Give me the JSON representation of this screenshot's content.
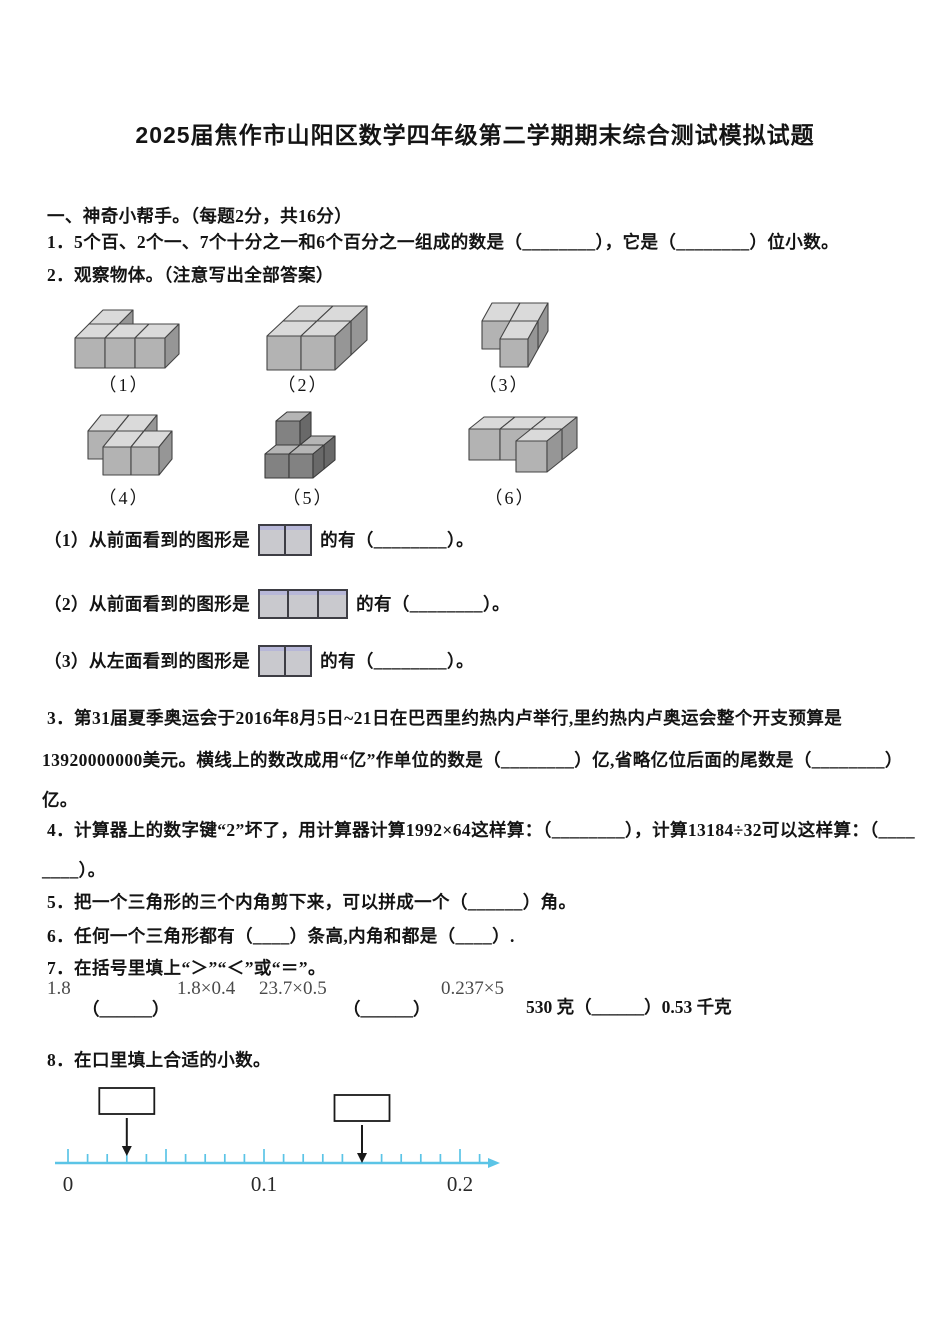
{
  "title": "2025届焦作市山阳区数学四年级第二学期期末综合测试模拟试题",
  "section1": {
    "heading": "一、神奇小帮手。（每题2分，共16分）"
  },
  "questions": {
    "q1": "1．5个百、2个一、7个十分之一和6个百分之一组成的数是（________），它是（________）位小数。",
    "q2": "2．观察物体。（注意写出全部答案）",
    "q3_line1": "3．第31届夏季奥运会于2016年8月5日~21日在巴西里约热内卢举行,里约热内卢奥运会整个开支预算是",
    "q3_line2": "13920000000美元。横线上的数改成用“亿”作单位的数是（________）亿,省略亿位后面的尾数是（________）",
    "q3_line3": "亿。",
    "q4_line1": "4．计算器上的数字键“2”坏了，用计算器计算1992×64这样算：（________），计算13184÷32可以这样算：（____",
    "q4_line2": "____）。",
    "q5": "5．把一个三角形的三个内角剪下来，可以拼成一个（______）角。",
    "q6": "6．任何一个三角形都有（____）条高,内角和都是（____）.",
    "q7": "7．在括号里填上“＞”“＜”或“＝”。",
    "q8": "8．在口里填上合适的小数。"
  },
  "observe_figures": [
    {
      "label": "（1）",
      "shade": "light",
      "cubes": [
        [
          0,
          0,
          0
        ],
        [
          1,
          0,
          0
        ],
        [
          2,
          0,
          0
        ],
        [
          0,
          1,
          0
        ]
      ]
    },
    {
      "label": "（2）",
      "shade": "light",
      "cubes": [
        [
          0,
          0,
          0
        ],
        [
          1,
          0,
          0
        ],
        [
          0,
          1,
          0
        ],
        [
          1,
          1,
          0
        ]
      ]
    },
    {
      "label": "（3）",
      "shade": "light",
      "cubes": [
        [
          1,
          0,
          0
        ],
        [
          0,
          1,
          0
        ],
        [
          1,
          1,
          0
        ]
      ]
    },
    {
      "label": "（4）",
      "shade": "light",
      "cubes": [
        [
          1,
          0,
          0
        ],
        [
          2,
          0,
          0
        ],
        [
          0,
          1,
          0
        ],
        [
          1,
          1,
          0
        ]
      ]
    },
    {
      "label": "（5）",
      "shade": "dark",
      "cubes": [
        [
          0,
          0,
          0
        ],
        [
          1,
          0,
          0
        ],
        [
          0,
          1,
          0
        ],
        [
          1,
          1,
          0
        ],
        [
          0,
          1,
          1
        ]
      ]
    },
    {
      "label": "（6）",
      "shade": "light",
      "cubes": [
        [
          2,
          0,
          0
        ],
        [
          0,
          1,
          0
        ],
        [
          1,
          1,
          0
        ],
        [
          2,
          1,
          0
        ]
      ]
    }
  ],
  "cube_style": {
    "light": {
      "top": "#dadada",
      "front": "#b3b3b3",
      "right": "#969696",
      "stroke": "#454545"
    },
    "dark": {
      "top": "#b5b5b5",
      "front": "#828282",
      "right": "#696969",
      "stroke": "#3a3a3a"
    }
  },
  "sub_questions": [
    {
      "before": "（1）从前面看到的图形是",
      "cells": 2,
      "after": "的有（________）。"
    },
    {
      "before": "（2）从前面看到的图形是",
      "cells": 3,
      "after": "的有（________）。"
    },
    {
      "before": "（3）从左面看到的图形是",
      "cells": 2,
      "after": "的有（________）。"
    }
  ],
  "q7_row": {
    "v1": "1.8",
    "b1": "（______）",
    "v2": "1.8×0.4",
    "v3": "23.7×0.5",
    "b2": "（______）",
    "v4": "0.237×5",
    "tail": "530 克（______）0.53 千克"
  },
  "numberline": {
    "min": 0,
    "max": 0.21,
    "minor_step": 0.01,
    "major_step": 0.05,
    "axis_labels": [
      {
        "value": 0,
        "text": "0"
      },
      {
        "value": 0.1,
        "text": "0.1"
      },
      {
        "value": 0.2,
        "text": "0.2"
      }
    ],
    "pointer_values": [
      0.03,
      0.15
    ],
    "pointer_box_texts": [
      "",
      ""
    ],
    "line_color": "#5bc4e6",
    "pointer_color": "#1a1a1a"
  }
}
